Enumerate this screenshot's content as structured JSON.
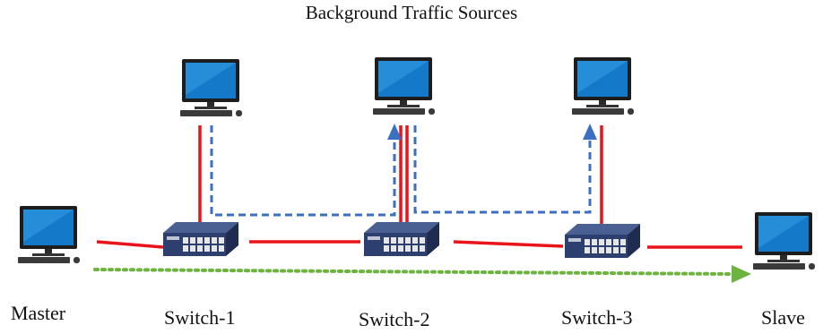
{
  "title": "Background Traffic Sources",
  "nodes": {
    "master": "Master",
    "switch1": "Switch-1",
    "switch2": "Switch-2",
    "switch3": "Switch-3",
    "slave": "Slave"
  },
  "colors": {
    "link": "#e8141a",
    "background_traffic": "#3b6fc2",
    "sync_traffic": "#6cb33f",
    "switch_body": "#2d3f6e",
    "monitor_frame": "#1d1d1d",
    "screen": "#1479c9"
  }
}
